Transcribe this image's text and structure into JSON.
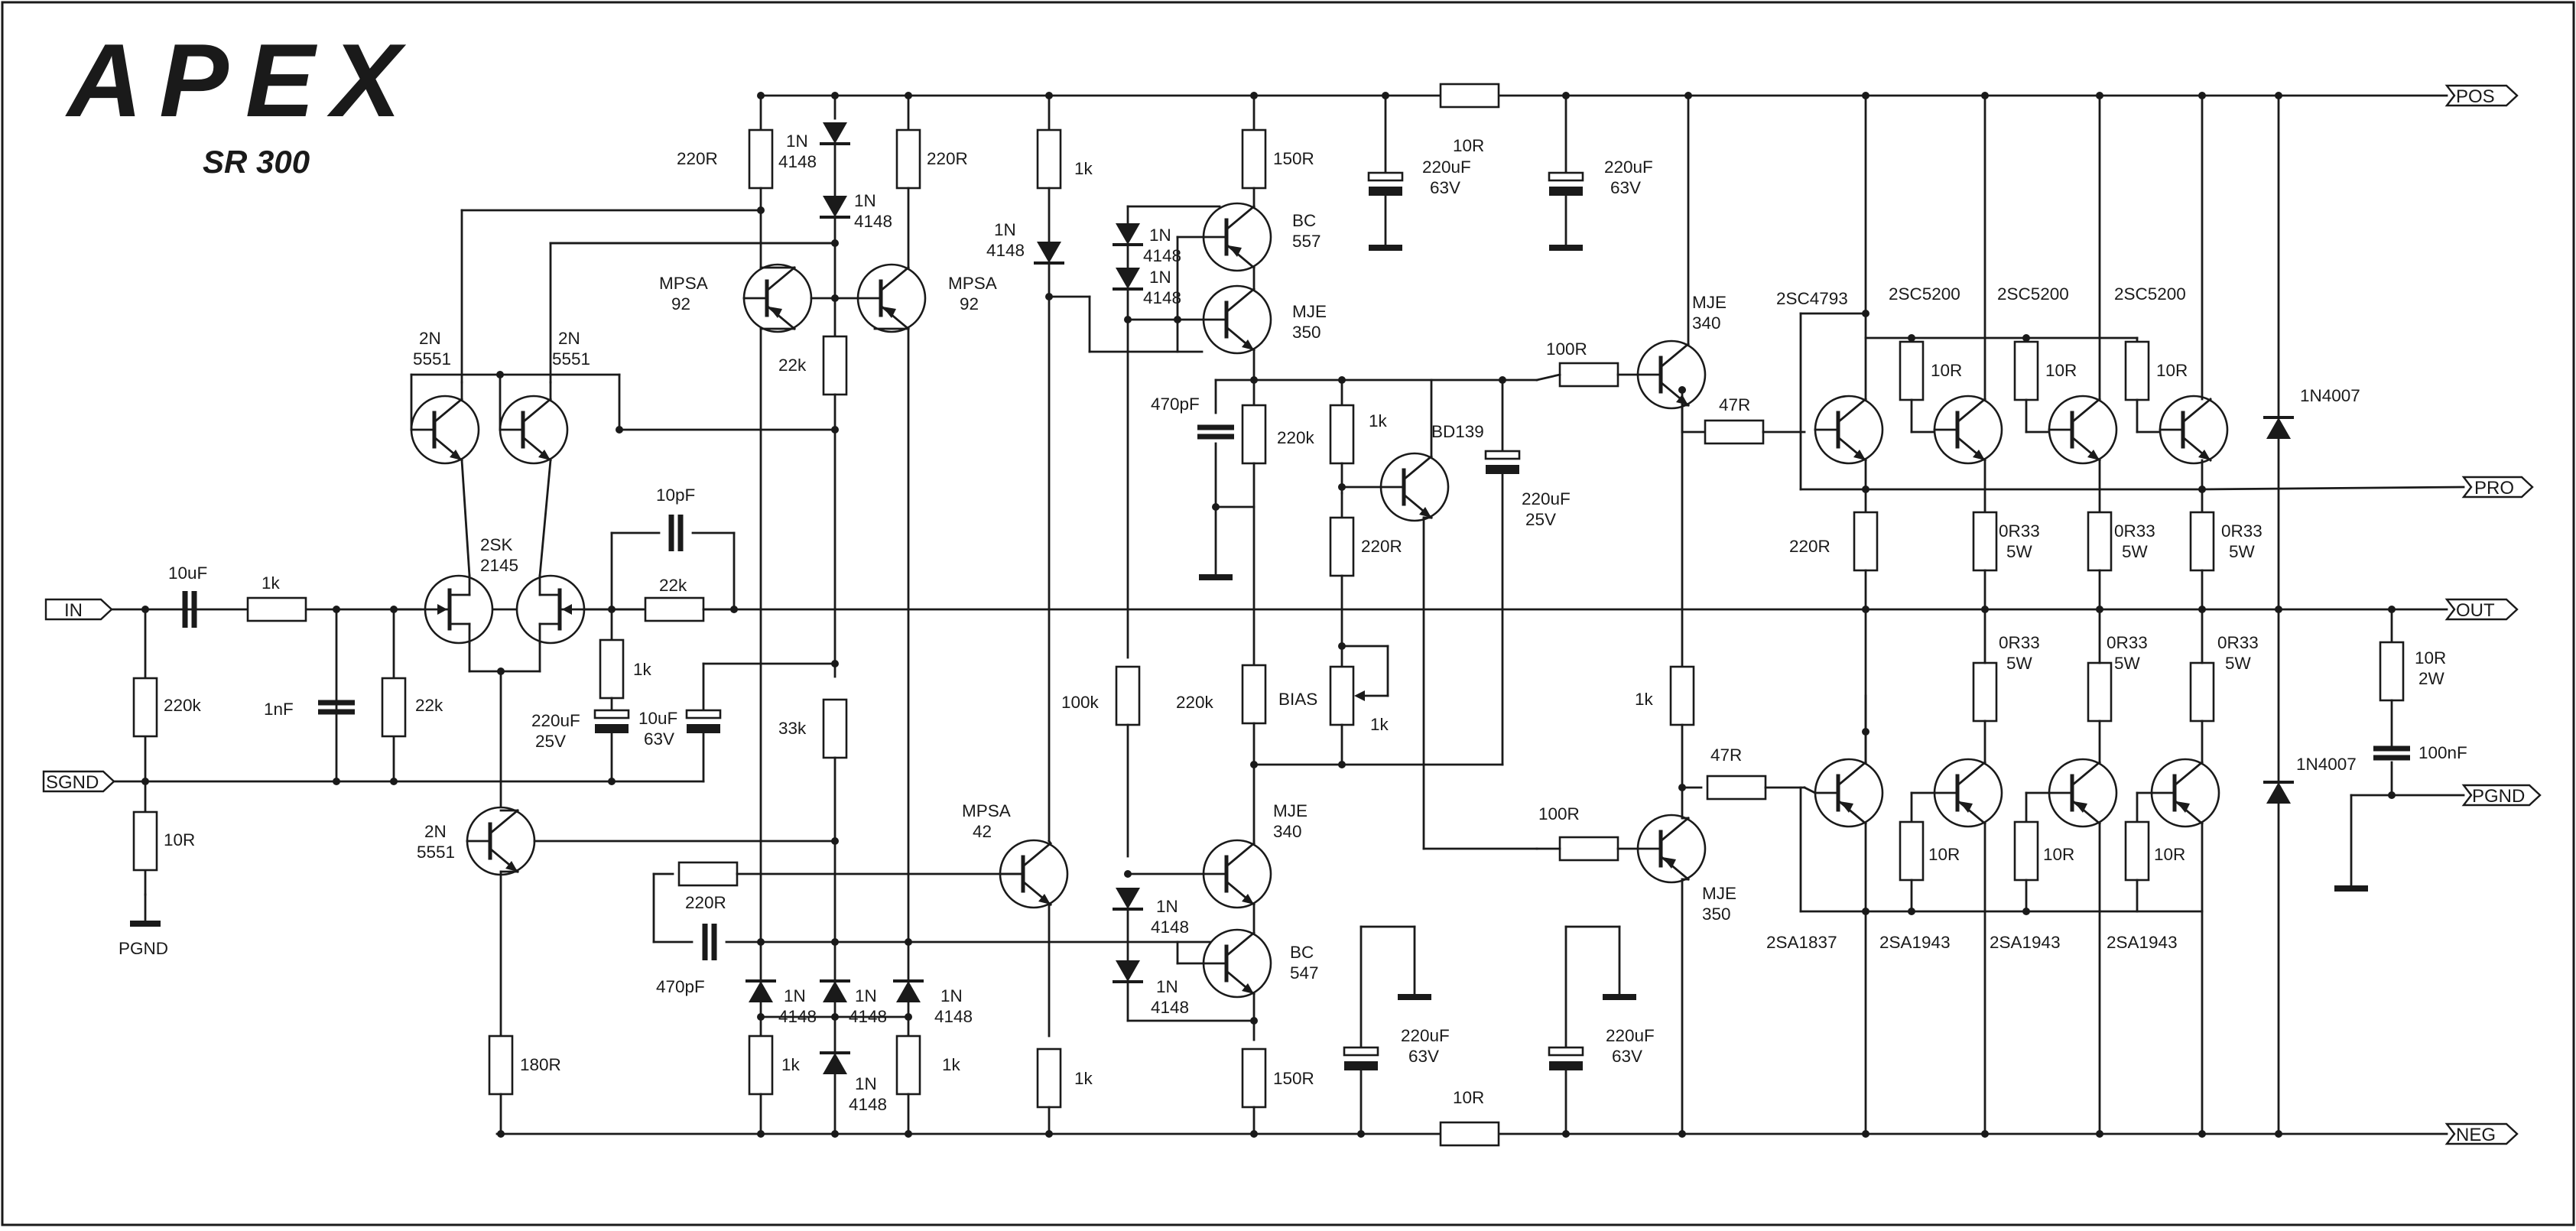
{
  "brand": "APEX",
  "model": "SR 300",
  "ports": {
    "pos": "POS",
    "pro": "PRO",
    "out": "OUT",
    "pgnd": "PGND",
    "neg": "NEG",
    "in": "IN",
    "sgnd": "SGND"
  },
  "labels": {
    "pgnd_ground": "PGND",
    "r_in_ser_val": "1k",
    "c_in_val": "10uF",
    "r_in_220k_val": "220k",
    "r_in_10r_val": "10R",
    "c_1nf_val": "1nF",
    "r_22k_gate_val": "22k",
    "jfet_type": "2SK",
    "jfet_num": "2145",
    "c_10pf_val": "10pF",
    "r_fb_22k_val": "22k",
    "r_1k_fb_val": "1k",
    "c_fb_220u_val": "220uF",
    "c_fb_220u_v": "25V",
    "c_fb_10u_val": "10uF",
    "c_fb_10u_v": "63V",
    "q2n_a_type": "2N",
    "q2n_a_num": "5551",
    "q2n_b_type": "2N",
    "q2n_b_num": "5551",
    "q2n_c_type": "2N",
    "q2n_c_num": "5551",
    "r_180r_val": "180R",
    "r_220r_tl_val": "220R",
    "d_top_a1": "1N",
    "d_top_a2": "4148",
    "d_top_b1": "1N",
    "d_top_b2": "4148",
    "r_220r_tr_val": "220R",
    "mpsa92_a_type": "MPSA",
    "mpsa92_a_num": "92",
    "mpsa92_b_type": "MPSA",
    "mpsa92_b_num": "92",
    "r_22k_mid_val": "22k",
    "r_33k_val": "33k",
    "r_220r_bot_val": "220R",
    "c_470p_bot_val": "470pF",
    "d_bot_a1": "1N",
    "d_bot_a2": "4148",
    "d_bot_b1": "1N",
    "d_bot_b2": "4148",
    "d_bot_c1": "1N",
    "d_bot_c2": "4148",
    "d_bot_d1": "1N",
    "d_bot_d2": "4148",
    "r_1k_bl_val": "1k",
    "r_1k_br_val": "1k",
    "r_1k_vas_top_val": "1k",
    "d_vas1_1": "1N",
    "d_vas1_2": "4148",
    "mpsa42_type": "MPSA",
    "mpsa42_num": "42",
    "r_1k_vas_bot_val": "1k",
    "r_150r_top_val": "150R",
    "bc557_type": "BC",
    "bc557_num": "557",
    "d_vt_a1": "1N",
    "d_vt_a2": "4148",
    "d_vt_b1": "1N",
    "d_vt_b2": "4148",
    "mje350_a_type": "MJE",
    "mje350_a_num": "350",
    "r_100k_val": "100k",
    "c_470p_vas_val": "470pF",
    "r_220k_vas_val": "220k",
    "r_220k_vb_val": "220k",
    "mje340_a_type": "MJE",
    "mje340_a_num": "340",
    "d_vb_a1": "1N",
    "d_vb_a2": "4148",
    "d_vb_b1": "1N",
    "d_vb_b2": "4148",
    "bc547_type": "BC",
    "bc547_num": "547",
    "r_150r_bot_val": "150R",
    "r_1k_bias_val": "1k",
    "bd139_type": "BD139",
    "r_220r_bias_val": "220R",
    "bias_label": "BIAS",
    "pot_val": "1k",
    "c_220u_25_val": "220uF",
    "c_220u_25_v": "25V",
    "c_rail_a_val": "220uF",
    "c_rail_a_v": "63V",
    "r_10r_top_val": "10R",
    "c_rail_b_val": "220uF",
    "c_rail_b_v": "63V",
    "c_rail_c_val": "220uF",
    "c_rail_c_v": "63V",
    "r_10r_bot_val": "10R",
    "c_rail_d_val": "220uF",
    "c_rail_d_v": "63V",
    "r_100r_a_val": "100R",
    "r_100r_b_val": "100R",
    "mje340_d_type": "MJE",
    "mje340_d_num": "340",
    "mje350_d_type": "MJE",
    "mje350_d_num": "350",
    "r_1k_drv_val": "1k",
    "r_47r_a_val": "47R",
    "r_47r_b_val": "47R",
    "q_2sc4793": "2SC4793",
    "r_220r_out_val": "220R",
    "q_2sc5200_a": "2SC5200",
    "q_2sc5200_b": "2SC5200",
    "q_2sc5200_c": "2SC5200",
    "r_10r_n1_val": "10R",
    "r_10r_n2_val": "10R",
    "r_10r_n3_val": "10R",
    "r_0r33_n1_val": "0R33",
    "r_0r33_n1_w": "5W",
    "r_0r33_n2_val": "0R33",
    "r_0r33_n2_w": "5W",
    "r_0r33_n3_val": "0R33",
    "r_0r33_n3_w": "5W",
    "r_0r33_p1_val": "0R33",
    "r_0r33_p1_w": "5W",
    "r_0r33_p2_val": "0R33",
    "r_0r33_p2_w": "5W",
    "r_0r33_p3_val": "0R33",
    "r_0r33_p3_w": "5W",
    "r_10r_p1_val": "10R",
    "r_10r_p2_val": "10R",
    "r_10r_p3_val": "10R",
    "q_2sa1837": "2SA1837",
    "q_2sa1943_a": "2SA1943",
    "q_2sa1943_b": "2SA1943",
    "q_2sa1943_c": "2SA1943",
    "d_1n4007_a": "1N4007",
    "d_1n4007_b": "1N4007",
    "zobel_r_val": "10R",
    "zobel_r_w": "2W",
    "zobel_c_val": "100nF"
  }
}
